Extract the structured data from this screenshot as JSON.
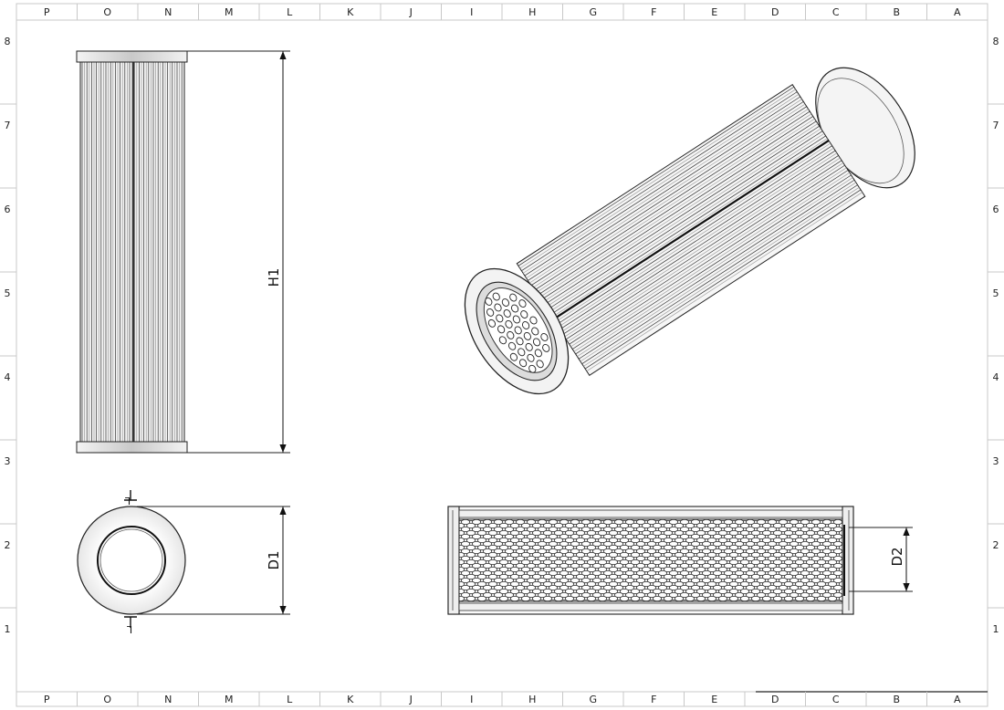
{
  "sheet": {
    "columns": [
      "P",
      "O",
      "N",
      "M",
      "L",
      "K",
      "J",
      "I",
      "H",
      "G",
      "F",
      "E",
      "D",
      "C",
      "B",
      "A"
    ],
    "rows": [
      "8",
      "7",
      "6",
      "5",
      "4",
      "3",
      "2",
      "1"
    ]
  },
  "dimensions": {
    "height": "H1",
    "outer_diameter": "D1",
    "inner_diameter": "D2"
  },
  "section": {
    "top": "L",
    "bottom": "L"
  },
  "colors": {
    "line": "#1a1a1a",
    "frame": "#bfbfbf",
    "cap_fill": "#e4e4e4"
  }
}
